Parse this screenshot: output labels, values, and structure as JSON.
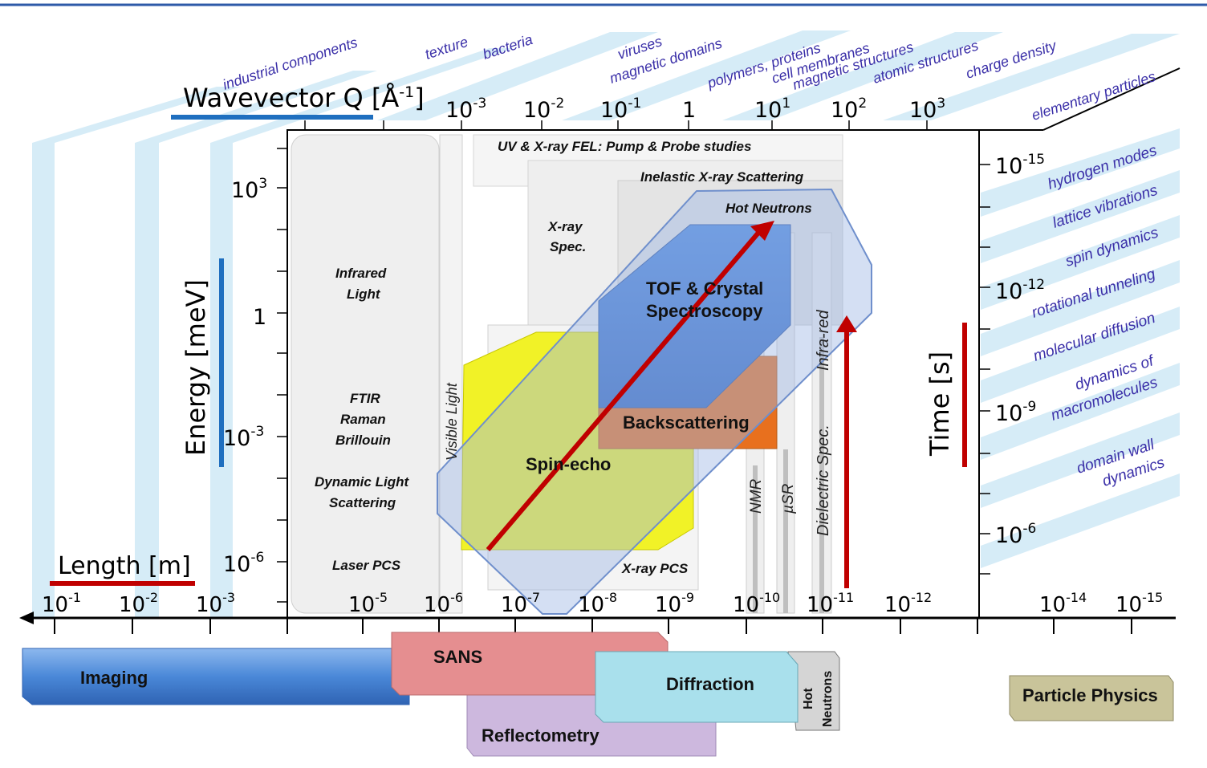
{
  "axes": {
    "wavevector_label": "Wavevector Q [Å",
    "wavevector_sup": "-1",
    "wavevector_close": "]",
    "energy_label": "Energy [meV]",
    "length_label": "Length [m]",
    "time_label": "Time [s]",
    "q_ticks": [
      {
        "base": "10",
        "exp": "-3"
      },
      {
        "base": "10",
        "exp": "-2"
      },
      {
        "base": "10",
        "exp": "-1"
      },
      {
        "base": "1",
        "exp": ""
      },
      {
        "base": "10",
        "exp": "1"
      },
      {
        "base": "10",
        "exp": "2"
      },
      {
        "base": "10",
        "exp": "3"
      }
    ],
    "energy_ticks": [
      {
        "base": "10",
        "exp": "3"
      },
      {
        "base": "1",
        "exp": ""
      },
      {
        "base": "10",
        "exp": "-3"
      },
      {
        "base": "10",
        "exp": "-6"
      }
    ],
    "length_ticks": [
      {
        "base": "10",
        "exp": "-1"
      },
      {
        "base": "10",
        "exp": "-2"
      },
      {
        "base": "10",
        "exp": "-3"
      },
      {
        "base": "10",
        "exp": "-5"
      },
      {
        "base": "10",
        "exp": "-6"
      },
      {
        "base": "10",
        "exp": "-7"
      },
      {
        "base": "10",
        "exp": "-8"
      },
      {
        "base": "10",
        "exp": "-9"
      },
      {
        "base": "10",
        "exp": "-10"
      },
      {
        "base": "10",
        "exp": "-11"
      },
      {
        "base": "10",
        "exp": "-12"
      },
      {
        "base": "10",
        "exp": "-14"
      },
      {
        "base": "10",
        "exp": "-15"
      }
    ],
    "time_ticks": [
      {
        "base": "10",
        "exp": "-15"
      },
      {
        "base": "10",
        "exp": "-12"
      },
      {
        "base": "10",
        "exp": "-9"
      },
      {
        "base": "10",
        "exp": "-6"
      }
    ]
  },
  "applications_top": [
    "industrial components",
    "texture",
    "bacteria",
    "viruses",
    "magnetic domains",
    "polymers, proteins",
    "cell membranes",
    "magnetic structures",
    "atomic structures",
    "charge density",
    "elementary particles"
  ],
  "applications_right": [
    "hydrogen modes",
    "lattice vibrations",
    "spin dynamics",
    "rotational tunneling",
    "molecular diffusion",
    "dynamics of",
    "macromolecules",
    "domain wall",
    "dynamics"
  ],
  "probes": {
    "uv_fel": "UV & X-ray FEL: Pump & Probe studies",
    "ixs": "Inelastic X-ray Scattering",
    "hot_neutrons": "Hot Neutrons",
    "xray_spec_1": "X-ray",
    "xray_spec_2": "Spec.",
    "infrared_1": "Infrared",
    "infrared_2": "Light",
    "ftir": "FTIR",
    "raman": "Raman",
    "brillouin": "Brillouin",
    "dls_1": "Dynamic Light",
    "dls_2": "Scattering",
    "laser_pcs": "Laser PCS",
    "xray_pcs": "X-ray PCS",
    "visible_light": "Visible  Light",
    "nmr": "NMR",
    "musr": "µSR",
    "dielectric": "Dielectric Spec.",
    "infra_red": "Infra-red"
  },
  "techniques": {
    "tof_1": "TOF & Crystal",
    "tof_2": "Spectroscopy",
    "backscattering": "Backscattering",
    "spin_echo": "Spin-echo"
  },
  "bottom_techniques": {
    "imaging": "Imaging",
    "sans": "SANS",
    "diffraction": "Diffraction",
    "reflectometry": "Reflectometry",
    "hot": "Hot",
    "neutrons": "Neutrons",
    "particle_physics": "Particle Physics"
  },
  "colors": {
    "frame_blue": "#2e5aa8",
    "stripe": "#d6ecf7",
    "tof": "#3f7bd6",
    "backscattering": "#e8701e",
    "spin_echo": "#f1f227",
    "neutron_window": "#a9c0e6",
    "arrow": "#c00000",
    "underline_blue": "#1f6fbf",
    "underline_red": "#c00000",
    "imaging": "#4a88d8",
    "sans": "#e58e90",
    "diffraction": "#a9e0ec",
    "reflectometry": "#cdb8de",
    "particle_physics": "#c9c49a",
    "app_text": "#3a2fa8"
  }
}
